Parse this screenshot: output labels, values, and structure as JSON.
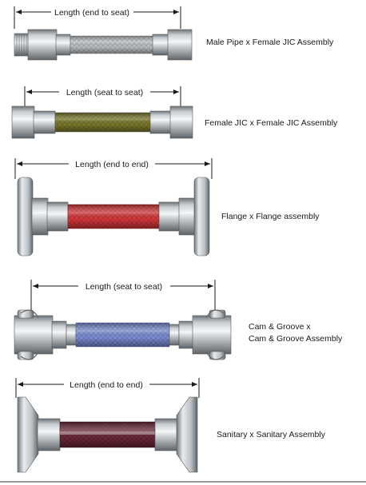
{
  "assemblies": [
    {
      "dimension_label": "Length (end to seat)",
      "name": "Male Pipe x Female JIC Assembly"
    },
    {
      "dimension_label": "Length (seat to seat)",
      "name": "Female JIC x Female JIC Assembly"
    },
    {
      "dimension_label": "Length (end to end)",
      "name": "Flange x Flange assembly"
    },
    {
      "dimension_label": "Length (seat to seat)",
      "name_line1": "Cam & Groove x",
      "name_line2": "Cam & Groove Assembly"
    },
    {
      "dimension_label": "Length (end to end)",
      "name": "Sanitary x Sanitary Assembly"
    }
  ],
  "hose_colors": {
    "braided_steel": "#bfc4c8",
    "olive": "#7c7a2a",
    "red": "#d8383a",
    "blue": "#7d8fd6",
    "maroon": "#6c2838"
  }
}
